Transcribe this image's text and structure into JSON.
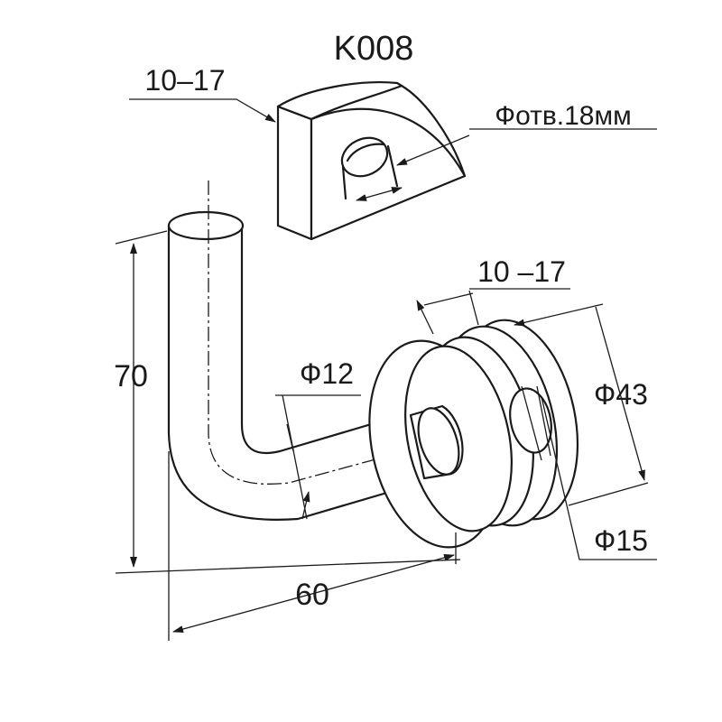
{
  "title": "K008",
  "labels": {
    "bracket_thickness": "10–17",
    "hole": "Фотв.18мм",
    "height": "70",
    "rod_diameter": "Ф12",
    "disc_gap": "10 –17",
    "disc_diameter": "Ф43",
    "length": "60",
    "neck_diameter": "Ф15"
  }
}
